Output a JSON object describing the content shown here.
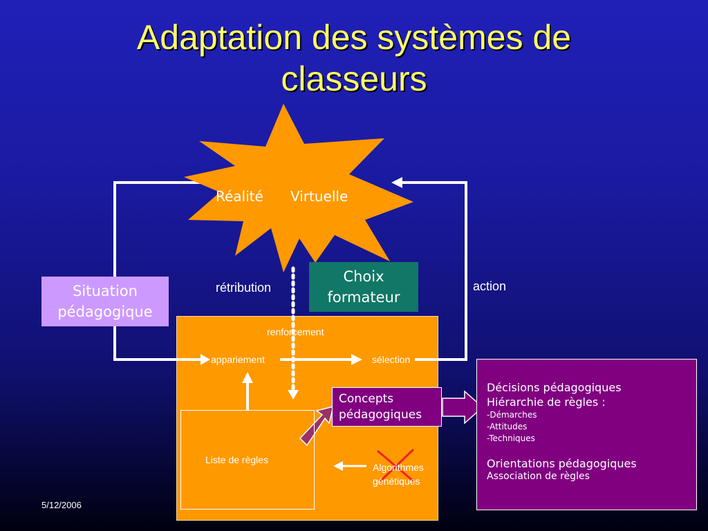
{
  "title": {
    "line1": "Adaptation des systèmes de",
    "line2": "classeurs"
  },
  "star": {
    "word1": "Réalité",
    "word2": "Virtuelle"
  },
  "situation": {
    "line1": "Situation",
    "line2": "pédagogique"
  },
  "choix": {
    "line1": "Choix",
    "line2": "formateur"
  },
  "labels": {
    "retribution": "rétribution",
    "action": "action",
    "renforcement": "renforcement",
    "appariement": "appariement",
    "selection": "sélection",
    "liste_regles": "Liste de règles",
    "algorithmes_1": "Algorithmes",
    "algorithmes_2": "génétiques"
  },
  "concepts": {
    "line1": "Concepts",
    "line2": "pédagogiques"
  },
  "decisions": {
    "heading1": "Décisions pédagogiques",
    "heading2": "Hiérarchie de règles :",
    "items": [
      "-Démarches",
      "-Attitudes",
      "-Techniques"
    ],
    "heading3": "Orientations pédagogiques",
    "sub3": "Association de règles"
  },
  "footer": {
    "date": "5/12/2006"
  },
  "colors": {
    "title": "#ffff66",
    "star": "#ff9900",
    "situation_box": "#cc99ff",
    "choix_box": "#117766",
    "panel": "#ff9900",
    "purple_box": "#800080",
    "cross": "#ee2222"
  }
}
